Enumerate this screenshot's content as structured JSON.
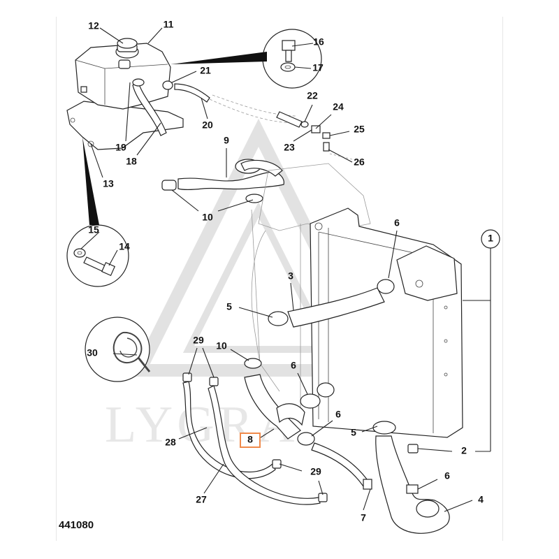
{
  "diagram": {
    "figure_number": "441080",
    "highlighted_callout": "8",
    "highlight_color": "#f08a4b",
    "watermark_text": "LYGRA",
    "callouts": {
      "c1": "1",
      "c2": "2",
      "c3": "3",
      "c4": "4",
      "c5a": "5",
      "c5b": "5",
      "c6a": "6",
      "c6b": "6",
      "c6c": "6",
      "c6d": "6",
      "c7": "7",
      "c8": "8",
      "c9": "9",
      "c10a": "10",
      "c10b": "10",
      "c11": "11",
      "c12": "12",
      "c13": "13",
      "c14": "14",
      "c15": "15",
      "c16": "16",
      "c17": "17",
      "c18": "18",
      "c19": "19",
      "c20": "20",
      "c21": "21",
      "c22": "22",
      "c23": "23",
      "c24": "24",
      "c25": "25",
      "c26": "26",
      "c27": "27",
      "c28": "28",
      "c29a": "29",
      "c29b": "29",
      "c30": "30"
    }
  }
}
